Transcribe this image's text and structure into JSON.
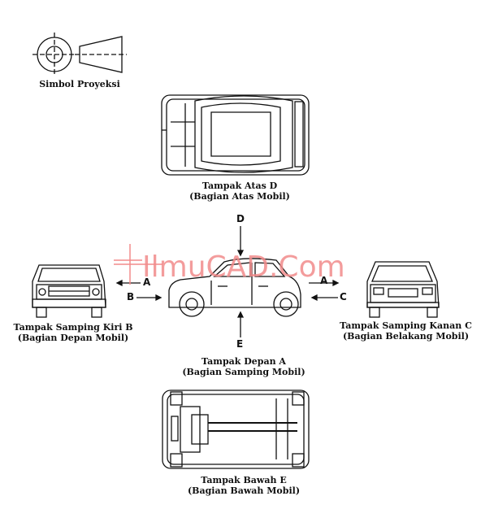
{
  "symbol": {
    "label": "Simbol Proyeksi"
  },
  "views": {
    "top": {
      "title": "Tampak Atas D",
      "subtitle": "(Bagian Atas Mobil)"
    },
    "left": {
      "title": "Tampak Samping Kiri B",
      "subtitle": "(Bagian Depan Mobil)"
    },
    "front": {
      "title": "Tampak Depan A",
      "subtitle": "(Bagian Samping Mobil)"
    },
    "right": {
      "title": "Tampak Samping Kanan C",
      "subtitle": "(Bagian Belakang Mobil)"
    },
    "bottom": {
      "title": "Tampak Bawah E",
      "subtitle": "(Bagian Bawah Mobil)"
    }
  },
  "arrows": {
    "a_left": "A",
    "b": "B",
    "a_right": "A",
    "c": "C",
    "d": "D",
    "e": "E"
  },
  "watermark": "IlmuCAD.Com"
}
